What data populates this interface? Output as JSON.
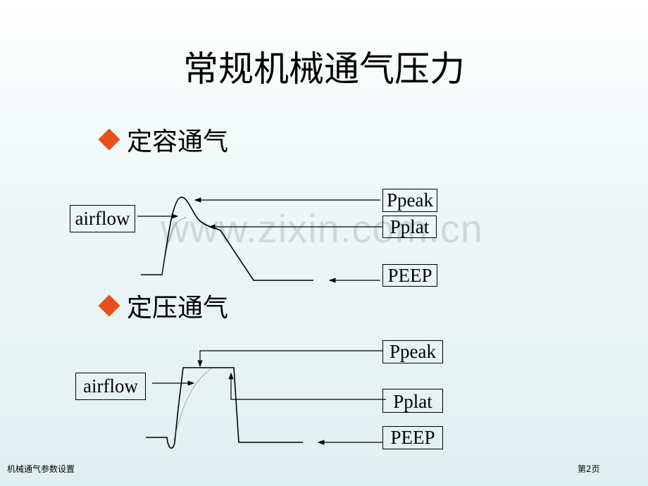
{
  "title": "常规机械通气压力",
  "sections": [
    {
      "heading": "定容通气",
      "labels": {
        "airflow": "airflow",
        "ppeak": "Ppeak",
        "pplat": "Pplat",
        "peep": "PEEP"
      }
    },
    {
      "heading": "定压通气",
      "labels": {
        "airflow": "airflow",
        "ppeak": "Ppeak",
        "pplat": "Pplat",
        "peep": "PEEP"
      }
    }
  ],
  "watermark": "www.zixin.com.cn",
  "footer": {
    "left": "机械通气参数设置",
    "right": "第2页"
  },
  "colors": {
    "bullet": "#e8501a"
  }
}
